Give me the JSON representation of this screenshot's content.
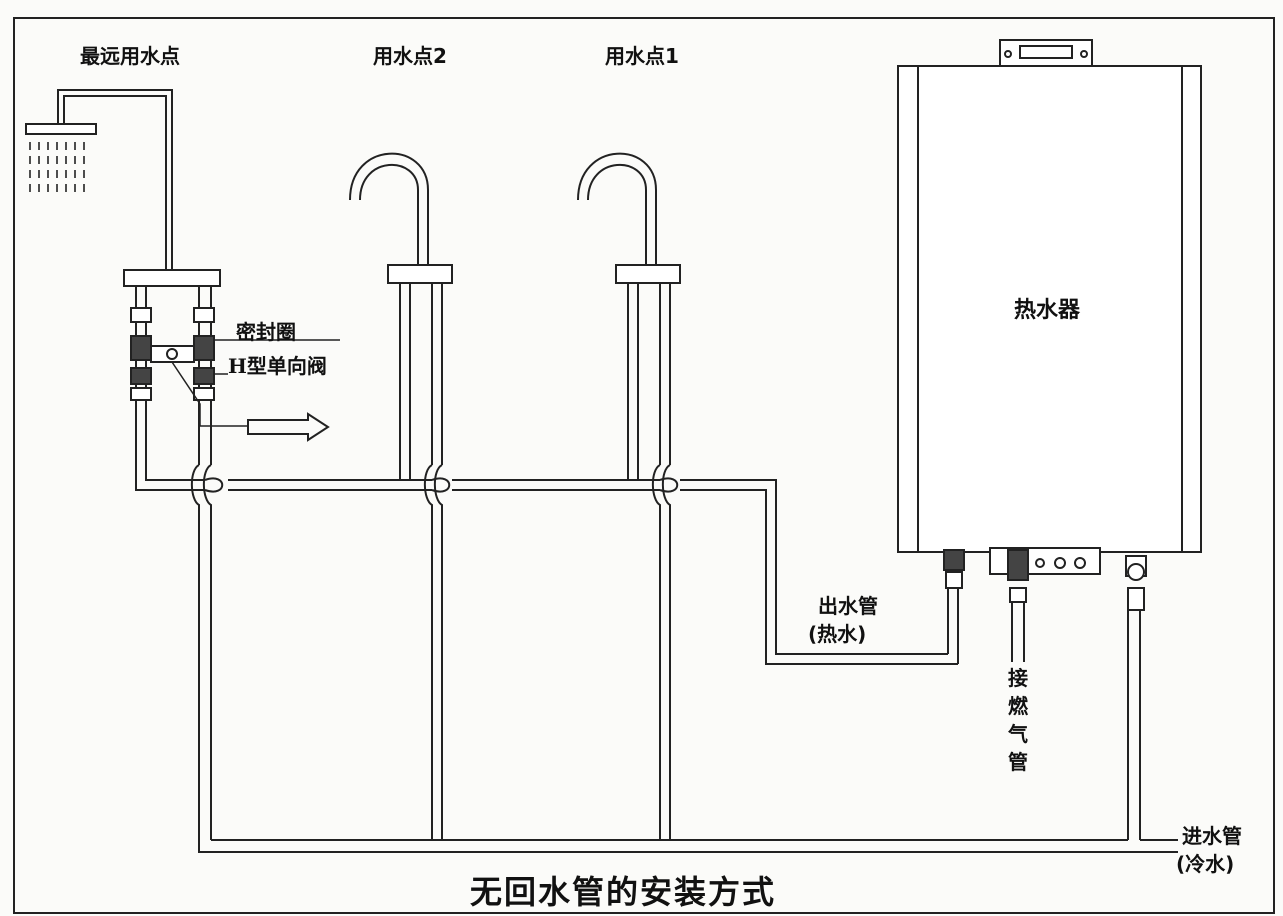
{
  "labels": {
    "farthest_point": "最远用水点",
    "point2": "用水点2",
    "point1": "用水点1",
    "heater": "热水器",
    "seal": "密封圈",
    "h_valve": "H型单向阀",
    "outlet_pipe": "出水管",
    "outlet_hot": "(热水)",
    "gas_pipe": "接燃气管",
    "inlet_pipe": "进水管",
    "inlet_cold": "(冷水)"
  },
  "title": "无回水管的安装方式"
}
